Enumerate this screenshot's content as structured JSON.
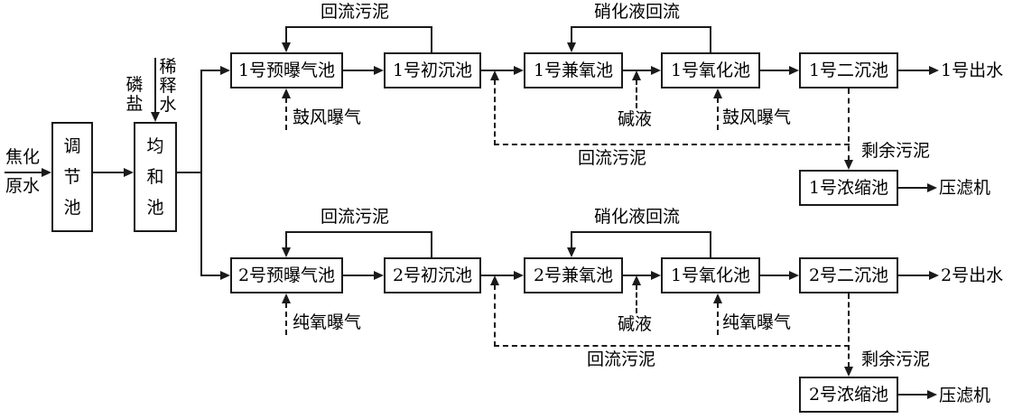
{
  "influent": {
    "line1": "焦化",
    "line2": "原水"
  },
  "pretreatment": {
    "regulating_tank": "调节池",
    "equalization_tank": "均和池",
    "phosphate": "磷盐",
    "dilution_water": "稀释水"
  },
  "train1": {
    "pre_aeration_tank": "1号预曝气池",
    "primary_clarifier": "1号初沉池",
    "facultative_tank": "1号兼氧池",
    "oxidation_tank": "1号氧化池",
    "secondary_clarifier": "1号二沉池",
    "effluent": "1号出水",
    "thickener": "1号浓缩池",
    "filter_press": "压滤机",
    "return_sludge_loop": "回流污泥",
    "nitrified_liquor_return": "硝化液回流",
    "pre_aeration_input": "鼓风曝气",
    "oxidation_aeration_input": "鼓风曝气",
    "alkali": "碱液",
    "return_sludge_dashed": "回流污泥",
    "excess_sludge": "剩余污泥"
  },
  "train2": {
    "pre_aeration_tank": "2号预曝气池",
    "primary_clarifier": "2号初沉池",
    "facultative_tank": "2号兼氧池",
    "oxidation_tank": "1号氧化池",
    "secondary_clarifier": "2号二沉池",
    "effluent": "2号出水",
    "thickener": "2号浓缩池",
    "filter_press": "压滤机",
    "return_sludge_loop": "回流污泥",
    "nitrified_liquor_return": "硝化液回流",
    "pre_aeration_input": "纯氧曝气",
    "oxidation_aeration_input": "纯氧曝气",
    "alkali": "碱液",
    "return_sludge_dashed": "回流污泥",
    "excess_sludge": "剩余污泥"
  },
  "colors": {
    "stroke": "#1a1a1a",
    "text": "#000000",
    "background": "#ffffff"
  }
}
